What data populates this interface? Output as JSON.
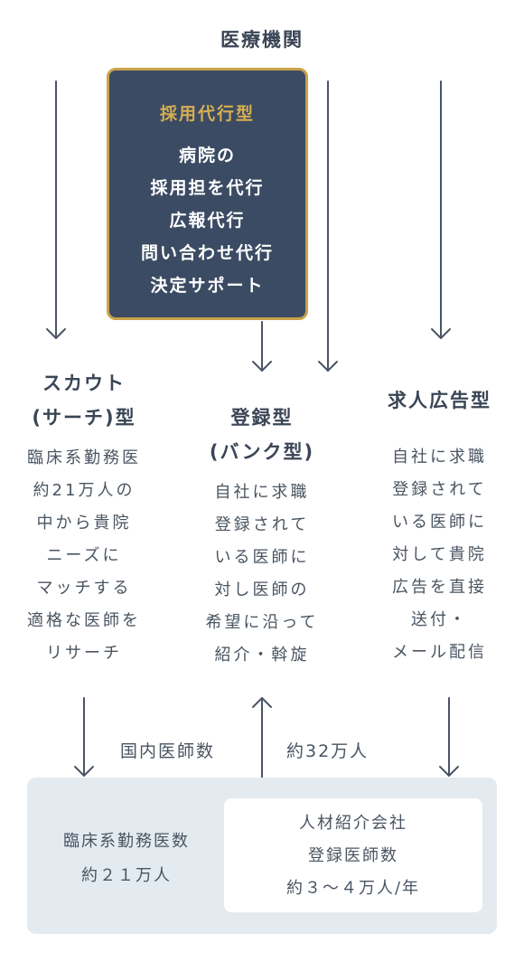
{
  "header": {
    "title": "医療機関"
  },
  "center": {
    "title": "採用代行型",
    "lines": [
      "病院の",
      "採用担を代行",
      "広報代行",
      "問い合わせ代行",
      "決定サポート"
    ]
  },
  "columns": {
    "scout": {
      "title": [
        "スカウト",
        "(サーチ)型"
      ],
      "lines": [
        "臨床系勤務医",
        "約21万人の",
        "中から貴院",
        "ニーズに",
        "マッチする",
        "適格な医師を",
        "リサーチ"
      ]
    },
    "register": {
      "title": [
        "登録型",
        "(バンク型)"
      ],
      "lines": [
        "自社に求職",
        "登録されて",
        "いる医師に",
        "対し医師の",
        "希望に沿って",
        "紹介・斡旋"
      ]
    },
    "ad": {
      "title": [
        "求人広告型"
      ],
      "lines": [
        "自社に求職",
        "登録されて",
        "いる医師に",
        "対して貴院",
        "広告を直接",
        "送付・",
        "メール配信"
      ]
    }
  },
  "stats": {
    "domestic_label": "国内医師数",
    "domestic_value": "約32万人",
    "clinical": [
      "臨床系勤務医数",
      "約２１万人"
    ],
    "agency": [
      "人材紹介会社",
      "登録医師数",
      "約３～４万人/年"
    ]
  },
  "colors": {
    "navy": "#3b4b63",
    "gold": "#c9a24a",
    "pale_blue": "#e3ebf1",
    "arrow": "#4a5566"
  }
}
